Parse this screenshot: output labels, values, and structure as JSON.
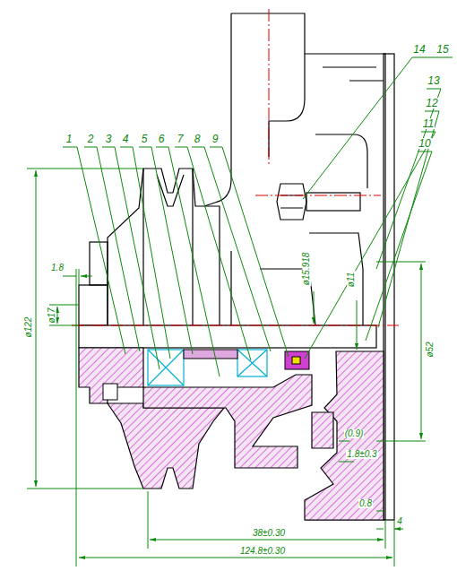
{
  "diagram": {
    "labels": [
      "1",
      "2",
      "3",
      "4",
      "5",
      "6",
      "7",
      "8",
      "9",
      "14",
      "15",
      "13",
      "12",
      "11",
      "10",
      "1.8",
      "ø17",
      "ø122",
      "ø15.918",
      "ø11",
      "ø52",
      "(0.9)",
      "1.8±0.3",
      "0.8",
      "4",
      "38±0.30",
      "124.8±0.30"
    ]
  }
}
